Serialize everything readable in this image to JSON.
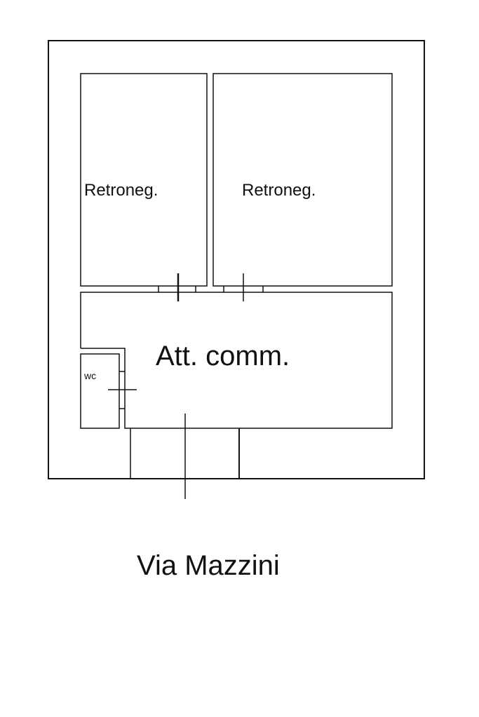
{
  "plan": {
    "rooms": {
      "back_left": "Retroneg.",
      "back_right": "Retroneg.",
      "main": "Att. comm.",
      "wc": "wc"
    },
    "street": "Via Mazzini"
  }
}
